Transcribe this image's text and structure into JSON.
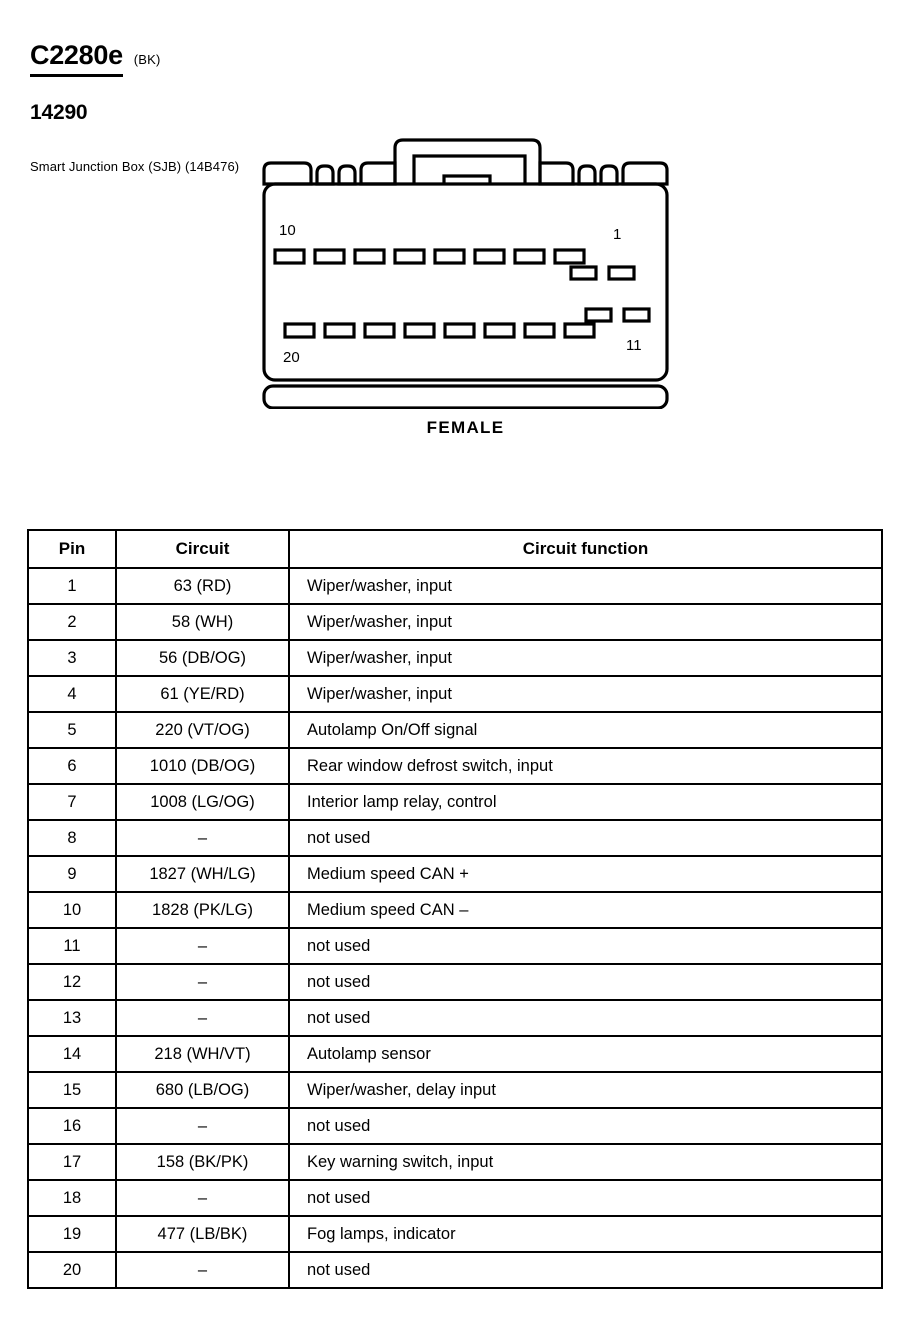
{
  "header": {
    "connector_id": "C2280e",
    "connector_color": "(BK)",
    "part_number": "14290",
    "component_name": "Smart Junction Box (SJB) (14B476)"
  },
  "connector": {
    "gender_label": "FEMALE",
    "pin_markers": {
      "top_left": "10",
      "top_right": "1",
      "bottom_left": "20",
      "bottom_right": "11"
    }
  },
  "table": {
    "headers": {
      "pin": "Pin",
      "circuit": "Circuit",
      "function": "Circuit function"
    },
    "rows": [
      {
        "pin": "1",
        "circuit": "63 (RD)",
        "function": "Wiper/washer, input"
      },
      {
        "pin": "2",
        "circuit": "58 (WH)",
        "function": "Wiper/washer, input"
      },
      {
        "pin": "3",
        "circuit": "56 (DB/OG)",
        "function": "Wiper/washer, input"
      },
      {
        "pin": "4",
        "circuit": "61 (YE/RD)",
        "function": "Wiper/washer, input"
      },
      {
        "pin": "5",
        "circuit": "220 (VT/OG)",
        "function": "Autolamp On/Off signal"
      },
      {
        "pin": "6",
        "circuit": "1010 (DB/OG)",
        "function": "Rear window defrost switch, input"
      },
      {
        "pin": "7",
        "circuit": "1008 (LG/OG)",
        "function": "Interior lamp relay, control"
      },
      {
        "pin": "8",
        "circuit": "–",
        "function": "not used"
      },
      {
        "pin": "9",
        "circuit": "1827 (WH/LG)",
        "function": "Medium speed CAN +"
      },
      {
        "pin": "10",
        "circuit": "1828 (PK/LG)",
        "function": "Medium speed CAN –"
      },
      {
        "pin": "11",
        "circuit": "–",
        "function": "not used"
      },
      {
        "pin": "12",
        "circuit": "–",
        "function": "not used"
      },
      {
        "pin": "13",
        "circuit": "–",
        "function": "not used"
      },
      {
        "pin": "14",
        "circuit": "218 (WH/VT)",
        "function": "Autolamp sensor"
      },
      {
        "pin": "15",
        "circuit": "680 (LB/OG)",
        "function": "Wiper/washer, delay input"
      },
      {
        "pin": "16",
        "circuit": "–",
        "function": "not used"
      },
      {
        "pin": "17",
        "circuit": "158 (BK/PK)",
        "function": "Key warning switch, input"
      },
      {
        "pin": "18",
        "circuit": "–",
        "function": "not used"
      },
      {
        "pin": "19",
        "circuit": "477 (LB/BK)",
        "function": "Fog lamps, indicator"
      },
      {
        "pin": "20",
        "circuit": "–",
        "function": "not used"
      }
    ]
  }
}
